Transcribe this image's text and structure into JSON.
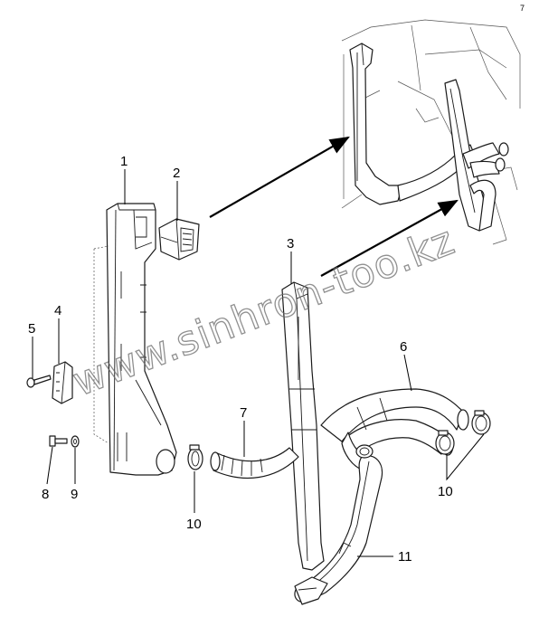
{
  "watermark": "www.sinhron-too.kz",
  "corner_mark": "7",
  "callouts": [
    "1",
    "2",
    "3",
    "4",
    "5",
    "6",
    "7",
    "8",
    "9",
    "10",
    "10",
    "10",
    "11"
  ],
  "colors": {
    "line": "#1a1a1a",
    "watermark": "#6b6b6b",
    "background": "#ffffff"
  }
}
